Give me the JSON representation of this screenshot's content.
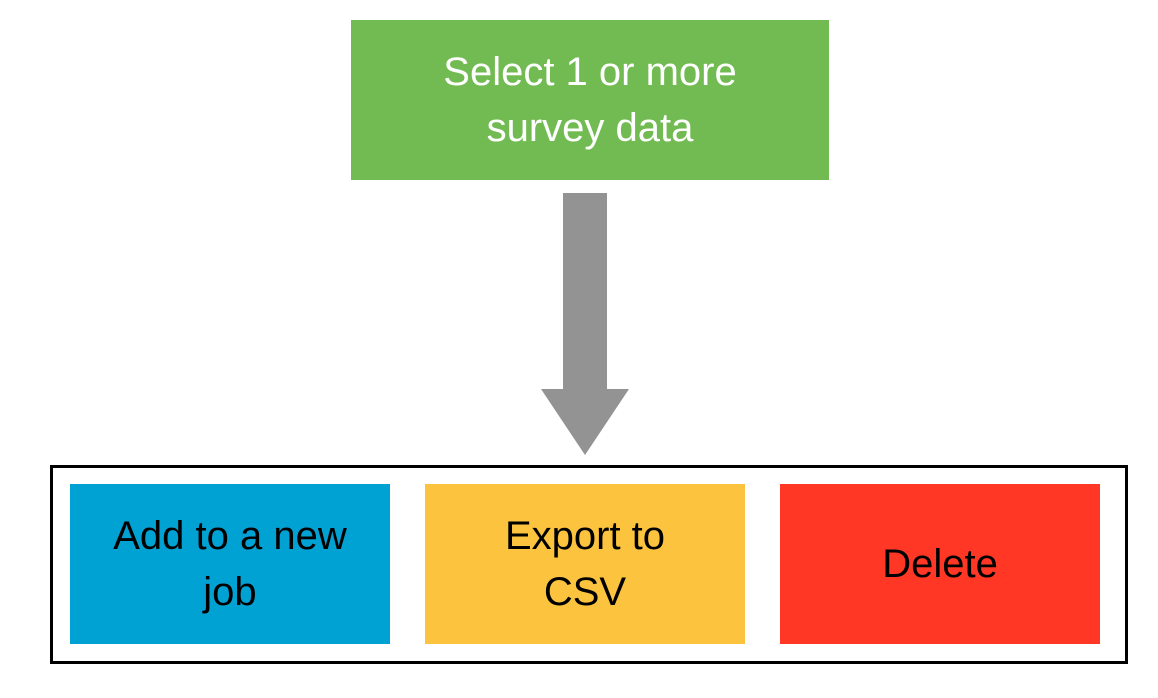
{
  "start": {
    "label": "Select 1 or more\nsurvey data",
    "color": "#72bb53"
  },
  "connector": {
    "color": "#939393"
  },
  "actions": [
    {
      "label": "Add to a new\njob",
      "color": "#00a2d4"
    },
    {
      "label": "Export to\nCSV",
      "color": "#fcc43e"
    },
    {
      "label": "Delete",
      "color": "#ff3724"
    }
  ]
}
